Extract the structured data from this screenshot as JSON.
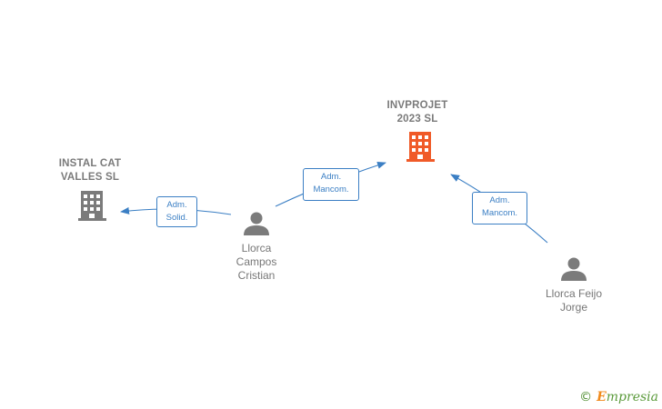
{
  "companies": {
    "instal": {
      "line1": "INSTAL CAT",
      "line2": "VALLES SL",
      "color": "#7b7b7b",
      "icon": "building-icon"
    },
    "invprojet": {
      "line1": "INVPROJET",
      "line2": "2023  SL",
      "color": "#f05a28",
      "icon": "building-icon"
    }
  },
  "persons": {
    "campos": {
      "line1": "Llorca",
      "line2": "Campos",
      "line3": "Cristian",
      "icon": "person-icon"
    },
    "feijo": {
      "line1": "Llorca Feijo",
      "line2": "Jorge",
      "icon": "person-icon"
    }
  },
  "edges": {
    "solid": {
      "line1": "Adm.",
      "line2": "Solid."
    },
    "mancom1": {
      "line1": "Adm.",
      "line2": "Mancom."
    },
    "mancom2": {
      "line1": "Adm.",
      "line2": "Mancom."
    }
  },
  "colors": {
    "edge": "#3b7fc4",
    "person": "#7b7b7b"
  },
  "brand": {
    "symbol": "©",
    "e": "E",
    "rest": "mpresia"
  }
}
